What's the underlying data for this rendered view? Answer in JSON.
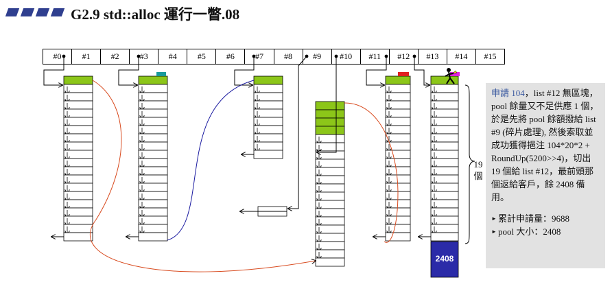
{
  "title": "G2.9 std::alloc 運行一瞥.08",
  "free_list": [
    "#0",
    "#1",
    "#2",
    "#3",
    "#4",
    "#5",
    "#6",
    "#7",
    "#8",
    "#9",
    "#10",
    "#11",
    "#12",
    "#13",
    "#14",
    "#15"
  ],
  "note": {
    "highlight": "申請 104",
    "body": "，list #12 無區塊，pool 餘量又不足供應 1 個，於是先將 pool 餘額撥給 list #9 (碎片處理), 然後索取並成功獲得挹注 104*20*2 + RoundUp(5200>>4)，切出 19 個給 list #12，最前頭那個返給客戶，餘 2408 備用。",
    "bullets": [
      "累計申請量：9688",
      "pool 大小：2408"
    ]
  },
  "count_label": "19 個",
  "pool_value": "2408",
  "colors": {
    "chunk_in_use": "#8cc619",
    "pool": "#2b2ba8",
    "link_red": "#d84a1e",
    "link_blue": "#1a1aa0",
    "client_teal": "#1a9a9a",
    "client_red": "#e02020",
    "client_magenta": "#e020e0",
    "note_bg": "#e2e2e2"
  }
}
